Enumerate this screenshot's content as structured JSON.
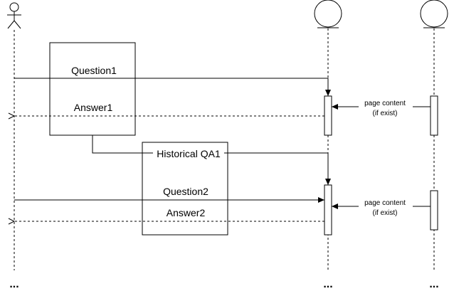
{
  "diagram": {
    "messages": {
      "question1": "Question1",
      "answer1": "Answer1",
      "historical_qa1": "Historical QA1",
      "question2": "Question2",
      "answer2": "Answer2"
    },
    "page_content_1": {
      "line1": "page content",
      "line2": "(if exist)"
    },
    "page_content_2": {
      "line1": "page content",
      "line2": "(if exist)"
    },
    "continuation": {
      "left": "...",
      "middle": "...",
      "right": "..."
    }
  }
}
